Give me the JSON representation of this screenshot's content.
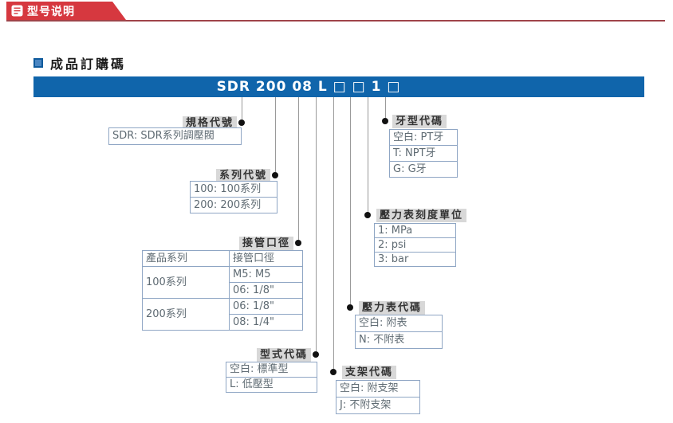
{
  "header": {
    "tab_title": "型号说明"
  },
  "order_code": {
    "heading": "成品訂購碼",
    "code": "SDR 200 08 L □ □ 1 □"
  },
  "legend": {
    "spec": {
      "label": "規格代號",
      "rows": [
        "SDR: SDR系列調壓閥"
      ]
    },
    "series": {
      "label": "系列代號",
      "rows": [
        "100: 100系列",
        "200: 200系列"
      ]
    },
    "port": {
      "label": "接管口徑",
      "table": {
        "headers": [
          "產品系列",
          "接管口徑"
        ],
        "groups": [
          {
            "name": "100系列",
            "options": [
              "M5: M5",
              "06: 1/8\""
            ]
          },
          {
            "name": "200系列",
            "options": [
              "06: 1/8\"",
              "08: 1/4\""
            ]
          }
        ]
      }
    },
    "type": {
      "label": "型式代碼",
      "rows": [
        "空白: 標準型",
        "L: 低壓型"
      ]
    },
    "bracket": {
      "label": "支架代碼",
      "rows": [
        "空白: 附支架",
        "J: 不附支架"
      ]
    },
    "gauge": {
      "label": "壓力表代碼",
      "rows": [
        "空白: 附表",
        "N: 不附表"
      ]
    },
    "unit": {
      "label": "壓力表刻度單位",
      "rows": [
        "1: MPa",
        "2: psi",
        "3: bar"
      ]
    },
    "thread": {
      "label": "牙型代碼",
      "rows": [
        "空白: PT牙",
        "T: NPT牙",
        "G: G牙"
      ]
    }
  },
  "colors": {
    "banner_blue": "#1065ab",
    "tab_red": "#d6383f",
    "rule_red": "#a0444a",
    "box_border": "#8fa6c4",
    "label_bg": "#d8d8d8",
    "connector_gray": "#9a9a9a"
  }
}
